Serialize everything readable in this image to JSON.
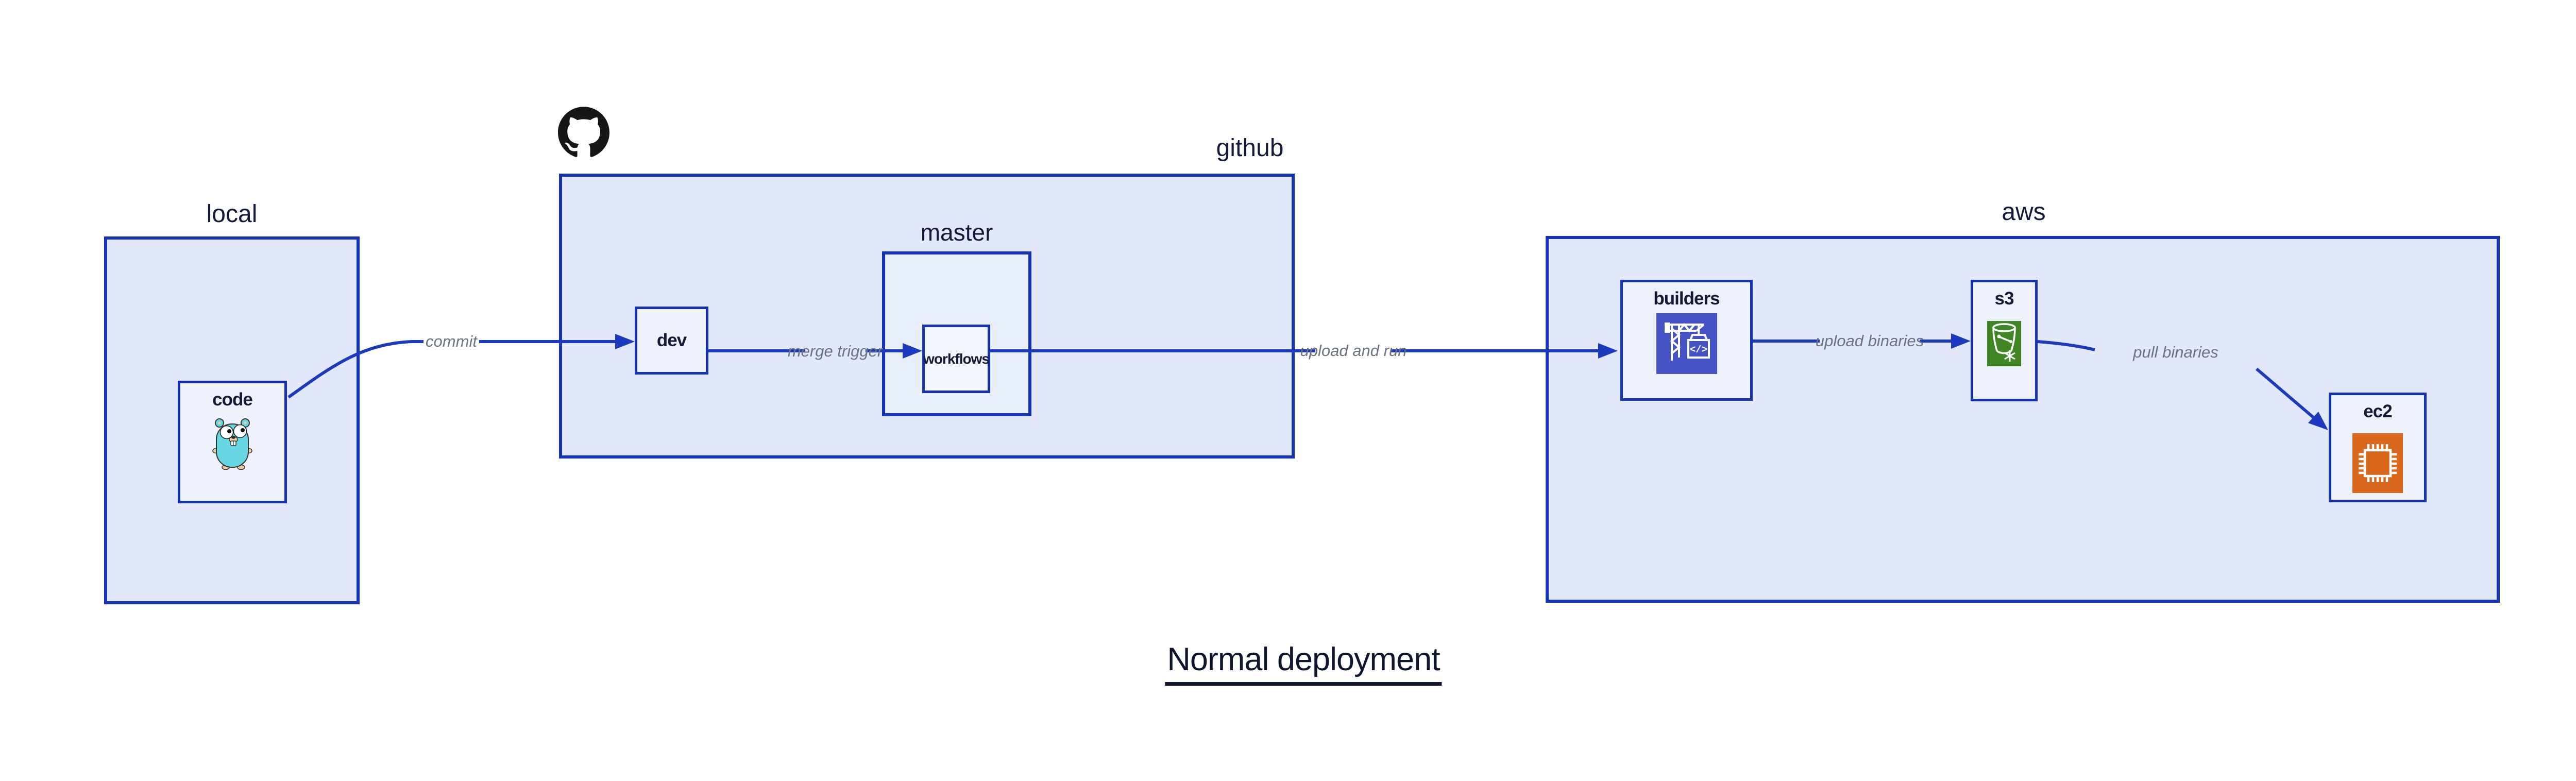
{
  "diagram": {
    "title": "Normal deployment",
    "groups": {
      "local": {
        "label": "local"
      },
      "github": {
        "label": "github",
        "icon": "github-octocat-icon"
      },
      "master": {
        "label": "master"
      },
      "aws": {
        "label": "aws"
      }
    },
    "nodes": {
      "code": {
        "label": "code",
        "icon": "go-gopher-icon"
      },
      "dev": {
        "label": "dev"
      },
      "workflows": {
        "label": "workflows"
      },
      "builders": {
        "label": "builders",
        "icon": "codebuild-crane-icon"
      },
      "s3": {
        "label": "s3",
        "icon": "s3-glacier-bucket-icon"
      },
      "ec2": {
        "label": "ec2",
        "icon": "ec2-chip-icon"
      }
    },
    "edges": {
      "commit": {
        "label": "commit"
      },
      "merge_trigger": {
        "label": "merge trigger"
      },
      "upload_and_run": {
        "label": "upload and run"
      },
      "upload_binaries": {
        "label": "upload binaries"
      },
      "pull_binaries": {
        "label": "pull binaries"
      }
    },
    "colors": {
      "canvas_bg": "#ffffff",
      "group_fill": "#e2e8fa",
      "master_fill": "#eaeffc",
      "node_fill": "#edf2fd",
      "workflows_fill": "#f3f6fe",
      "border_blue": "#1534b5",
      "arrow_blue": "#1b3ac0",
      "heading_text": "#141a38",
      "edge_label_text": "#6b7280",
      "codebuild_bg": "#4653c6",
      "glacier_bg": "#3f8624",
      "ec2_bg": "#d9671c",
      "gopher_body": "#66d7e2",
      "octocat_black": "#171515"
    }
  }
}
